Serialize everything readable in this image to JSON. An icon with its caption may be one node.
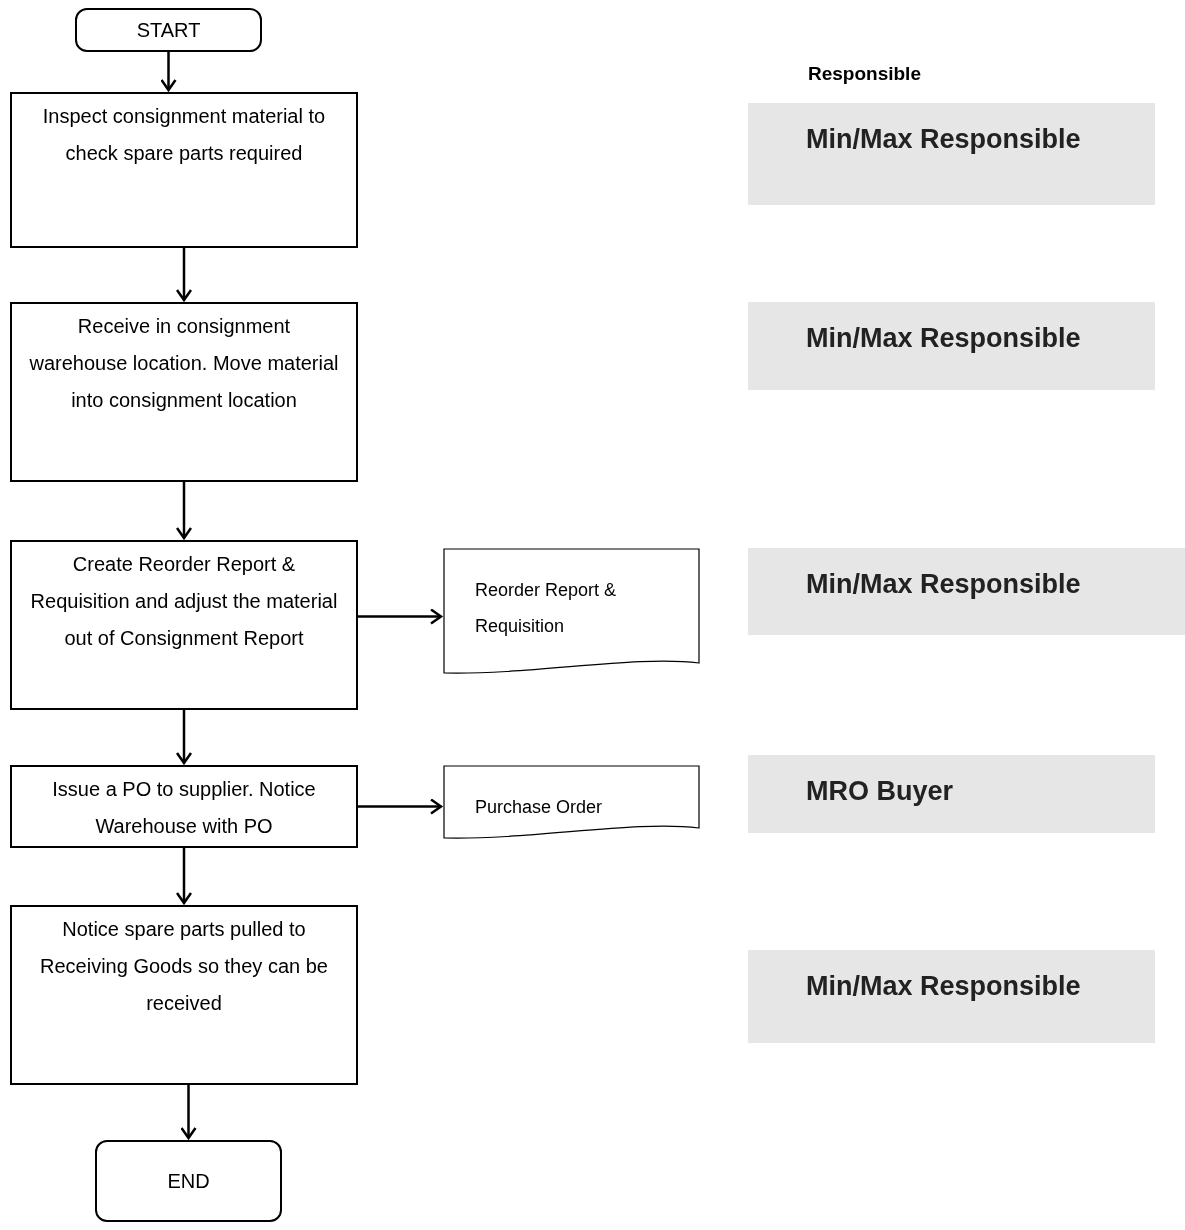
{
  "diagram": {
    "nodes": [
      {
        "text": [
          "START"
        ]
      },
      {
        "text": [
          "Inspect consignment material to check spare parts required"
        ]
      },
      {
        "text": [
          "Receive in consignment warehouse location. Move material into consignment location"
        ]
      },
      {
        "text": [
          "Create Reorder Report & Requisition and adjust the material out of Consignment Report"
        ]
      },
      {
        "text": [
          "Reorder Report & Requisition"
        ]
      },
      {
        "text": [
          "Issue a PO to supplier. Notice Warehouse with PO"
        ]
      },
      {
        "text": [
          "Purchase Order"
        ]
      },
      {
        "text": [
          "Notice spare parts pulled to Receiving Goods so they can be received"
        ]
      },
      {
        "text": [
          "END"
        ]
      },
      {
        "text": [
          "Min/Max Responsible"
        ]
      },
      {
        "text": [
          "Min/Max Responsible"
        ]
      },
      {
        "text": [
          "Min/Max Responsible"
        ]
      },
      {
        "text": [
          "MRO Buyer"
        ]
      },
      {
        "text": [
          "Min/Max Responsible"
        ]
      }
    ],
    "edges": [
      {
        "from": 0,
        "to": 1,
        "arrow": "to"
      },
      {
        "from": 1,
        "to": 2,
        "arrow": "to"
      },
      {
        "from": 2,
        "to": 3,
        "arrow": "to"
      },
      {
        "from": 3,
        "to": 4,
        "arrow": "to"
      },
      {
        "from": 3,
        "to": 5,
        "arrow": "to"
      },
      {
        "from": 5,
        "to": 6,
        "arrow": "to"
      },
      {
        "from": 5,
        "to": 7,
        "arrow": "to"
      },
      {
        "from": 7,
        "to": 8,
        "arrow": "to"
      }
    ],
    "labels": [
      "Responsible"
    ]
  }
}
